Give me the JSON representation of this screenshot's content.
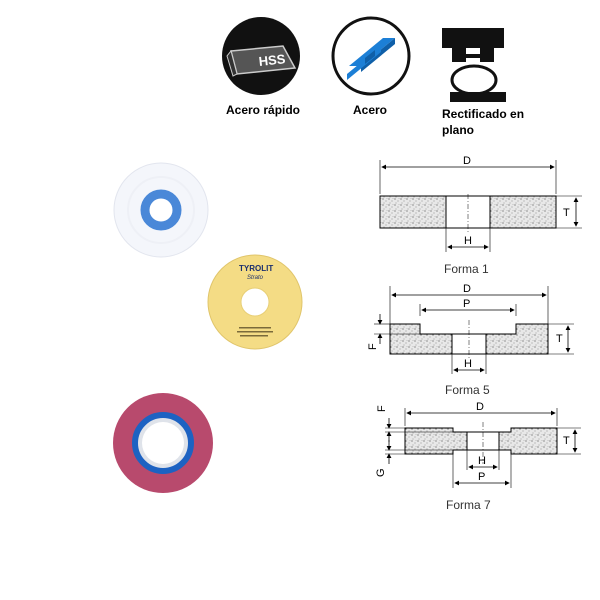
{
  "icons": [
    {
      "label": "Acero rápido",
      "badge": "HSS",
      "icon": "hss-tool-icon"
    },
    {
      "label": "Acero",
      "icon": "steel-beam-icon"
    },
    {
      "label": "Rectificado en plano",
      "icon": "surface-grinding-icon"
    }
  ],
  "wheels": {
    "yellow_brand": "TYROLIT",
    "yellow_sub": "Strato"
  },
  "diagrams": [
    {
      "caption": "Forma 1",
      "dims": {
        "D": "D",
        "H": "H",
        "T": "T"
      }
    },
    {
      "caption": "Forma 5",
      "dims": {
        "D": "D",
        "P": "P",
        "H": "H",
        "T": "T",
        "F": "F"
      }
    },
    {
      "caption": "Forma 7",
      "dims": {
        "D": "D",
        "P": "P",
        "H": "H",
        "T": "T",
        "F": "F",
        "G": "G"
      }
    }
  ],
  "colors": {
    "icon_bg": "#111111",
    "steel_blue": "#1c7fd6",
    "white_wheel": "#f4f6fb",
    "yellow_wheel": "#f4dc85",
    "red_wheel": "#b84a6d"
  }
}
